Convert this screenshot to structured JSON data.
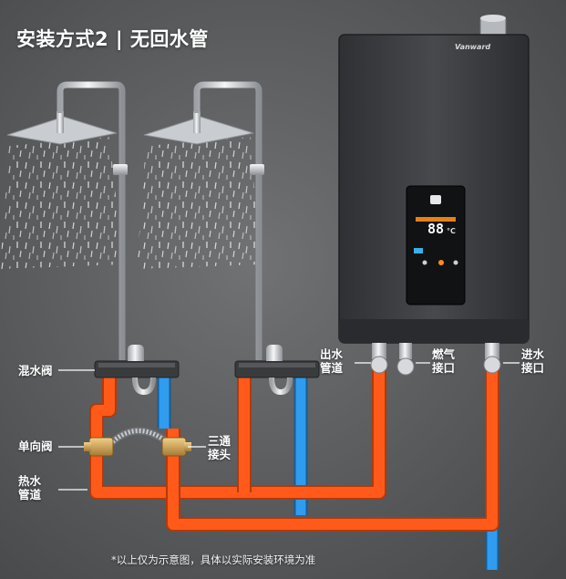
{
  "title": "安装方式2 | 无回水管",
  "brand": "Vanward",
  "display": {
    "temperature": "88",
    "unit": "°C"
  },
  "labels": {
    "mixing_valve": "混水阀",
    "check_valve": "单向阀",
    "hot_pipe": "热水\n管道",
    "tee": "三通\n接头",
    "water_out": "出水\n管道",
    "gas_in": "燃气\n接口",
    "water_in": "进水\n接口"
  },
  "note": "*以上仅为示意图，具体以实际安装环境为准",
  "colors": {
    "hot_pipe": "#ff5a1a",
    "cold_pipe": "#2f9cf0",
    "heater_body": "#3c3d40",
    "background": "#5b5d5e"
  }
}
